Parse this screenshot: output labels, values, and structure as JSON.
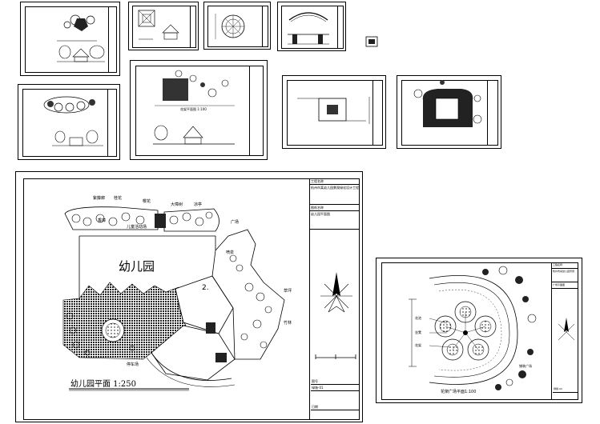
{
  "thumbnails": {
    "t1_caption": "",
    "t5_caption": "",
    "t6_caption": "花架平面图 1:100",
    "t7_caption": "",
    "t8_caption": ""
  },
  "main_plan": {
    "title": "幼儿园平面   1:250",
    "center_label": "幼儿园",
    "building_number": "2.",
    "labels": {
      "l1": "紫藤廊",
      "l2": "桂花",
      "l3": "樱花",
      "l4": "儿童活动场",
      "l5": "香樟",
      "l6": "大樟树",
      "l7": "凉亭",
      "l8": "广场",
      "l9": "草坪",
      "l10": "竹林",
      "l11": "喷泉",
      "l12": "停车场"
    },
    "titleblock": {
      "project_label": "工程名称",
      "project_name": "杭州市某幼儿园景观绿化设计工程",
      "drawing_label": "图纸名称",
      "drawing_name": "幼儿园平面图",
      "sheet_label": "图号",
      "sheet_value": "绿施-01",
      "date_label": "日期"
    }
  },
  "detail_plan": {
    "title": "花架广场平面1:100",
    "labels": {
      "d1": "花池",
      "d2": "坐凳",
      "d3": "花架",
      "d4": "铺装广场"
    },
    "titleblock": {
      "project_label": "工程名称",
      "project_name": "杭州市某幼儿园景观",
      "drawing_name": "广场平面图",
      "sheet_value": "绿施-02"
    }
  }
}
